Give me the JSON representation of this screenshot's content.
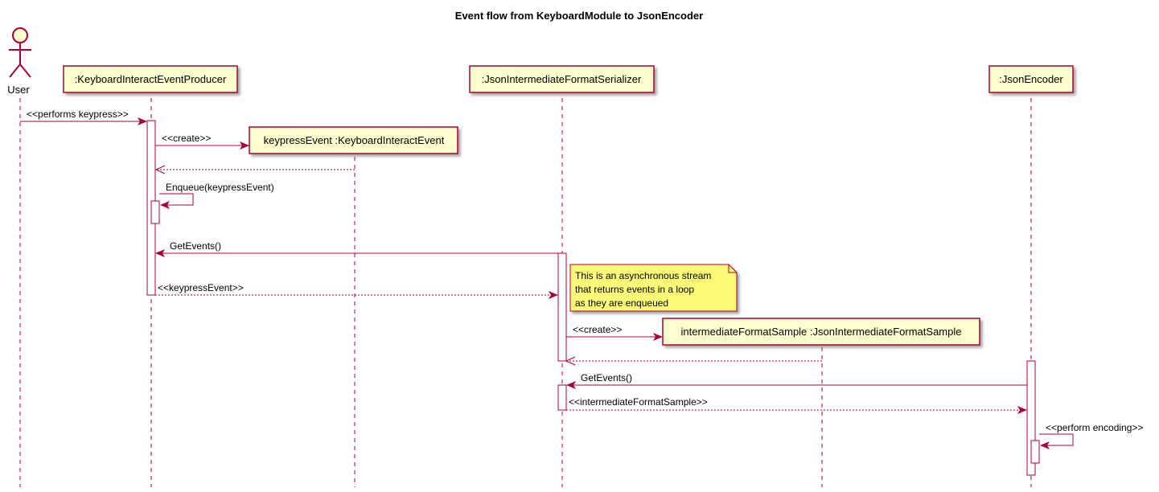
{
  "title": "Event flow from KeyboardModule to JsonEncoder",
  "colors": {
    "border": "#A80036",
    "participant_fill": "#FEFECE",
    "note_fill": "#FBFB77"
  },
  "actor": {
    "label": "User"
  },
  "participants": {
    "producer": ":KeyboardInteractEventProducer",
    "serializer": ":JsonIntermediateFormatSerializer",
    "encoder": ":JsonEncoder",
    "keypress_event": "keypressEvent :KeyboardInteractEvent",
    "intermediate_sample": "intermediateFormatSample :JsonIntermediateFormatSample"
  },
  "messages": {
    "performs_keypress": "<<performs keypress>>",
    "create_event": "<<create>>",
    "enqueue": "Enqueue(keypressEvent)",
    "get_events_1": "GetEvents()",
    "keypress_event_return": "<<keypressEvent>>",
    "create_sample": "<<create>>",
    "get_events_2": "GetEvents()",
    "sample_return": "<<intermediateFormatSample>>",
    "perform_encoding": "<<perform encoding>>"
  },
  "note": {
    "line1": "This is an asynchronous stream",
    "line2": "that returns events in a loop",
    "line3": "as they are enqueued"
  }
}
